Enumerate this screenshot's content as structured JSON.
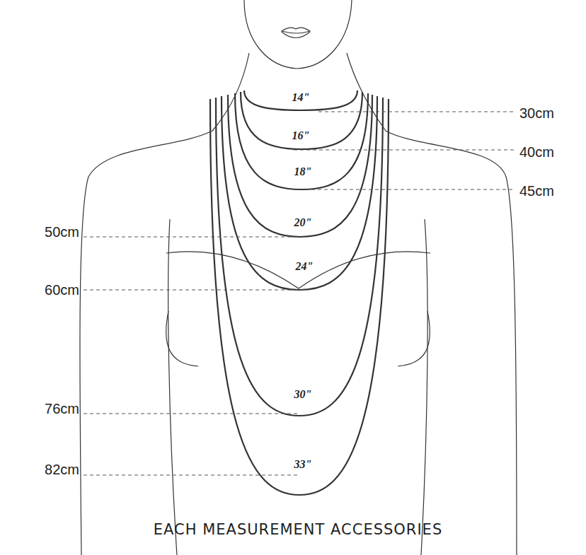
{
  "diagram": {
    "caption": "EACH MEASUREMENT ACCESSORIES",
    "labels": [
      "14\"",
      "16\"",
      "18\"",
      "20\"",
      "24\"",
      "30\"",
      "33\"",
      "30cm",
      "40cm",
      "45cm",
      "50cm",
      "60cm",
      "76cm",
      "82cm"
    ]
  }
}
